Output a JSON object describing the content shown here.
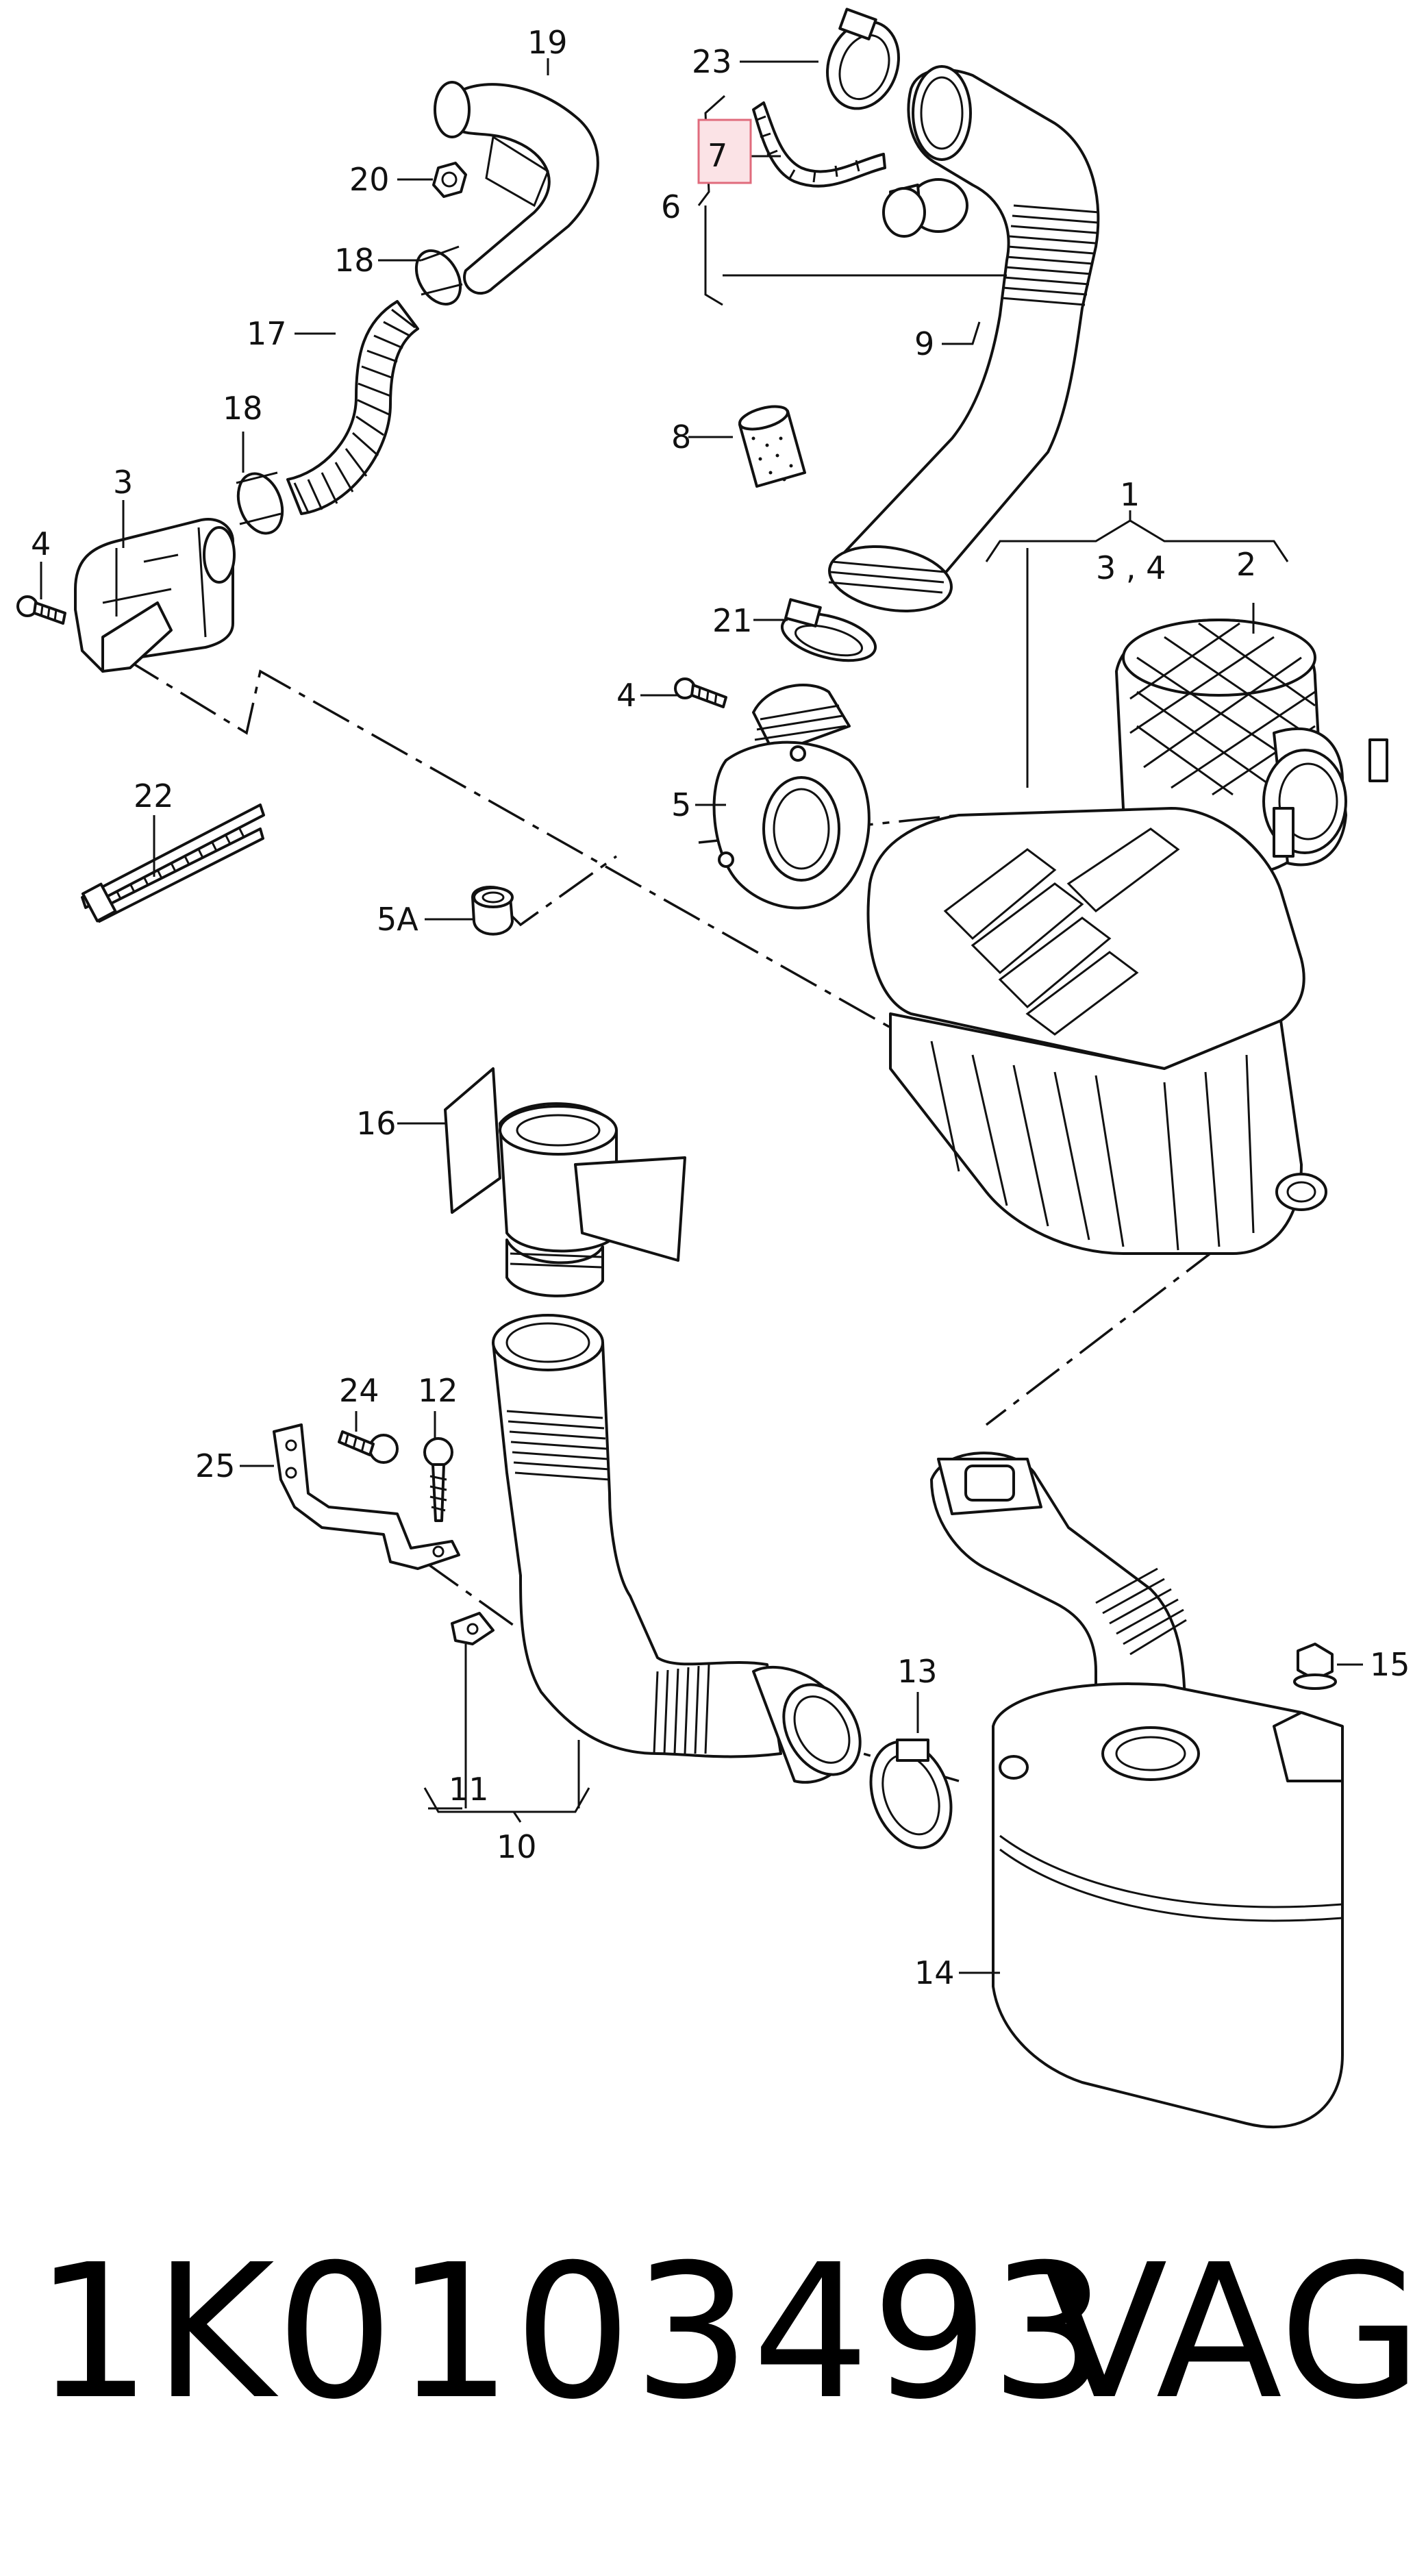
{
  "callouts": {
    "c19": "19",
    "c20": "20",
    "c18a": "18",
    "c17": "17",
    "c18b": "18",
    "c3": "3",
    "c4a": "4",
    "c22": "22",
    "c23": "23",
    "c7": "7",
    "c6": "6",
    "c9": "9",
    "c8": "8",
    "c1": "1",
    "c34": "3 , 4",
    "c2": "2",
    "c21": "21",
    "c4b": "4",
    "c5": "5",
    "c5A": "5A",
    "c16": "16",
    "c24": "24",
    "c12": "12",
    "c25": "25",
    "c13": "13",
    "c15": "15",
    "c11": "11",
    "c10": "10",
    "c14": "14"
  },
  "highlight": {
    "part": "7",
    "color": "#e06b7c"
  },
  "footer": {
    "part_number": "1K0103493",
    "brand": "VAG"
  }
}
